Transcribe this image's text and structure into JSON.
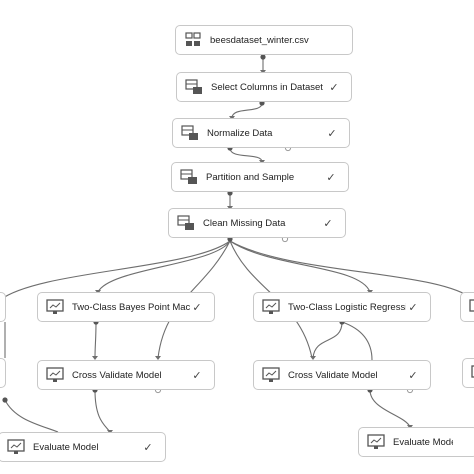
{
  "nodes": {
    "dataset": {
      "label": "beesdataset_winter.csv",
      "status": ""
    },
    "select": {
      "label": "Select Columns in Dataset",
      "status": "✓"
    },
    "normalize": {
      "label": "Normalize Data",
      "status": "✓"
    },
    "partition": {
      "label": "Partition and Sample",
      "status": "✓"
    },
    "clean": {
      "label": "Clean Missing Data",
      "status": "✓"
    },
    "bayes": {
      "label": "Two-Class Bayes Point Mach...",
      "status": "✓"
    },
    "logistic": {
      "label": "Two-Class Logistic Regression",
      "status": "✓"
    },
    "cv_left": {
      "label": "Cross Validate Model",
      "status": "✓"
    },
    "cv_right": {
      "label": "Cross Validate Model",
      "status": "✓"
    },
    "eval_left": {
      "label": "Evaluate Model",
      "status": "✓"
    },
    "eval_right": {
      "label": "Evaluate Model",
      "status": ""
    }
  },
  "icons": {
    "dataset": "database-icon",
    "transform": "table-transform-icon",
    "model": "monitor-icon"
  },
  "colors": {
    "wire": "#6e6e6e",
    "border": "#c8c8c8",
    "port": "#9a9a9a"
  }
}
